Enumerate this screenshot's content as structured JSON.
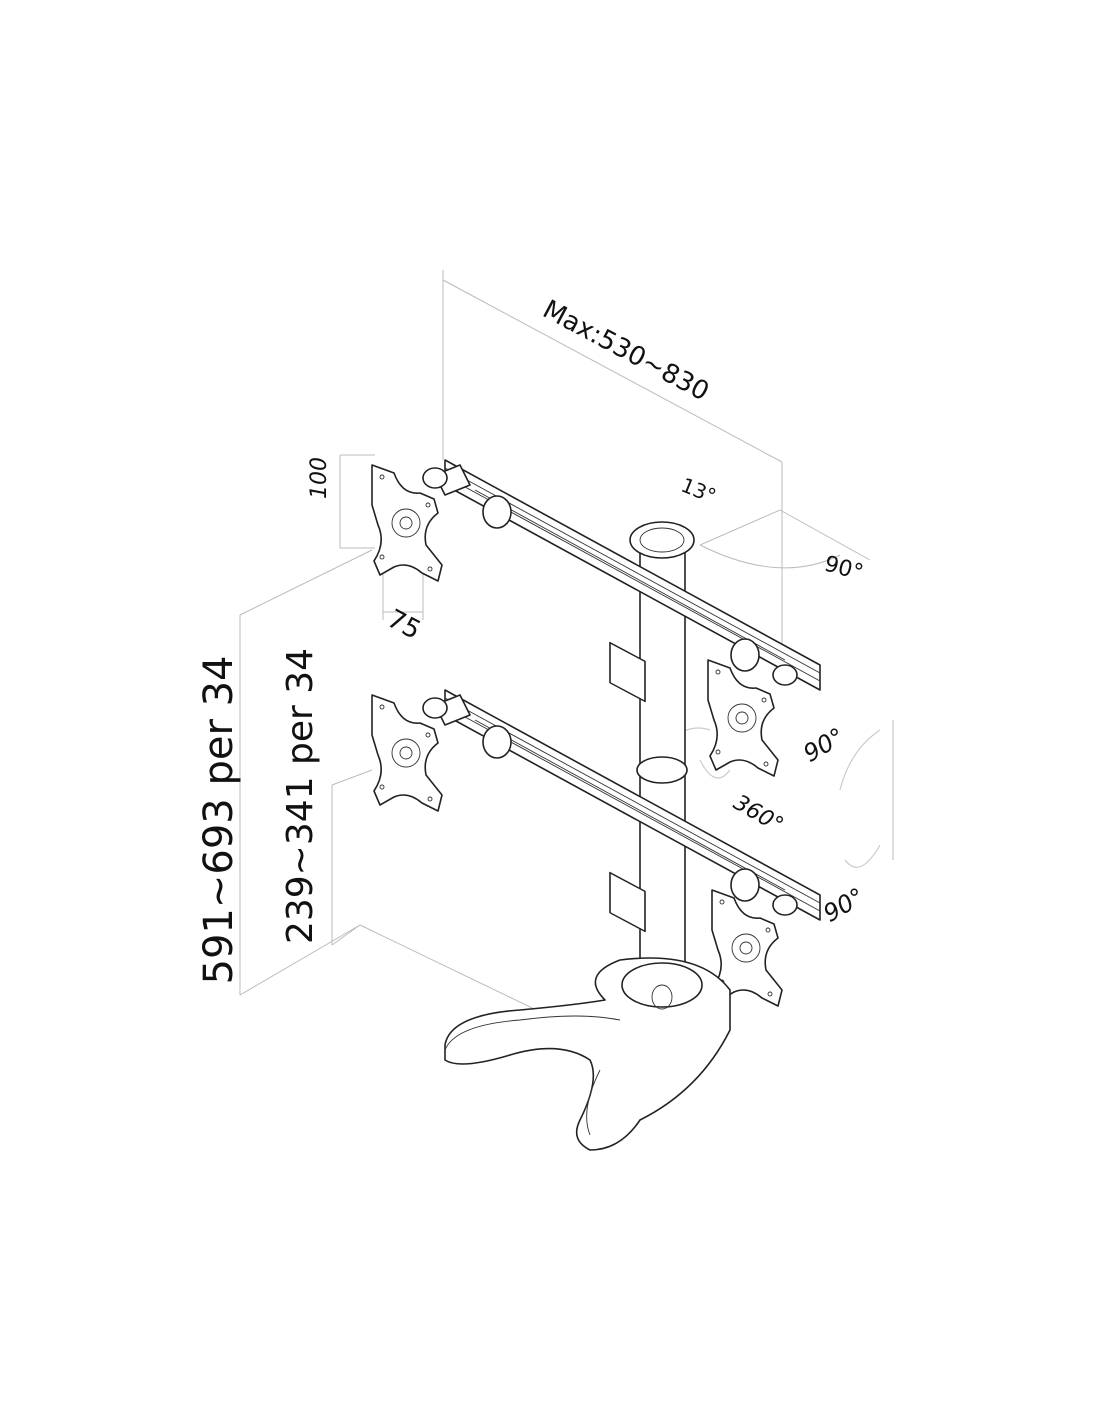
{
  "diagram": {
    "labels": {
      "max_width": "Max:530~830",
      "tilt_angle": "13°",
      "swivel_top": "90°",
      "vesa_height": "100",
      "vesa_width": "75",
      "height_total": "591~693 per 34",
      "height_lower": "239~341 per 34",
      "rotate_plate": "90°",
      "rotate_arm": "360°",
      "rotate_lower": "90°"
    },
    "colors": {
      "line": "#222222",
      "dimension": "#bbbbbb",
      "background": "#ffffff"
    }
  }
}
